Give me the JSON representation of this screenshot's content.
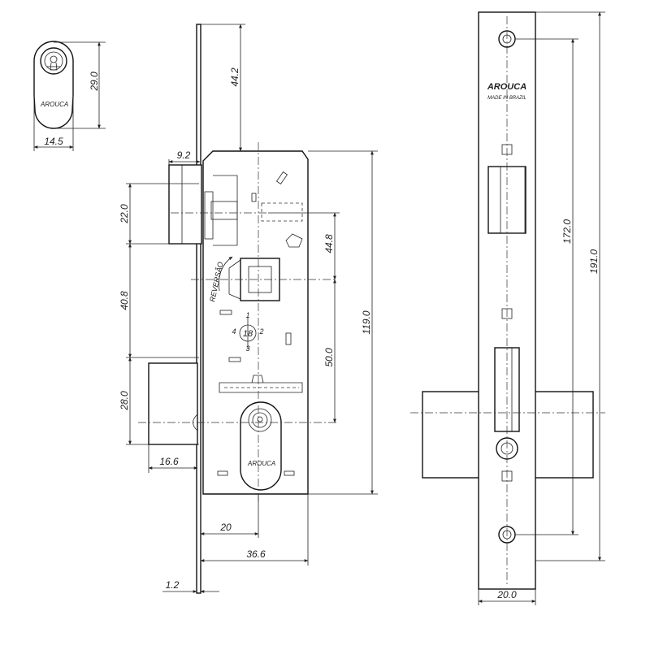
{
  "drawing": {
    "cylinder_view": {
      "width": "14.5",
      "height": "29.0"
    },
    "front_view": {
      "top_to_bolt": "44.2",
      "bolt_offset": "9.2",
      "latch_height": "22.0",
      "latch_to_spindle": "40.8",
      "cylinder_height": "28.0",
      "cylinder_offset": "16.6",
      "backset": "20",
      "case_width": "36.6",
      "faceplate_thickness": "1.2",
      "latch_to_spindle_right": "44.8",
      "spindle_to_cylinder": "50.0",
      "case_height": "119.0",
      "reverse_label": "REVERSÃO",
      "spindle_size": "18",
      "positions": [
        "1",
        "2",
        "3",
        "4"
      ]
    },
    "side_view": {
      "brand": "AROUCA",
      "origin": "MADE IN BRAZIL",
      "screw_spacing": "172.0",
      "faceplate_length": "191.0",
      "faceplate_width": "20.0"
    }
  }
}
